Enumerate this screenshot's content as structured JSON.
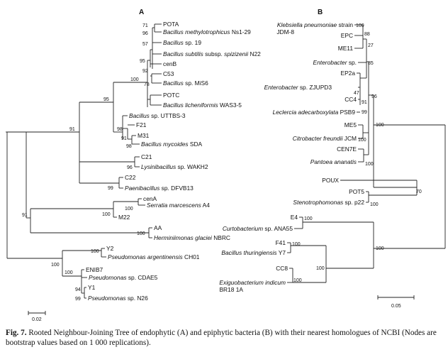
{
  "panel_a": {
    "title": "A",
    "scale_label": "0.02",
    "taxa": [
      {
        "id": "POTA",
        "parts": [
          {
            "t": "POTA",
            "i": false
          }
        ]
      },
      {
        "id": "bmeth",
        "parts": [
          {
            "t": "Bacillus methylotrophicus",
            "i": true
          },
          {
            "t": " Ns1-29",
            "i": false
          }
        ]
      },
      {
        "id": "b19",
        "parts": [
          {
            "t": "Bacillus",
            "i": true
          },
          {
            "t": " sp. 19",
            "i": false
          }
        ]
      },
      {
        "id": "bsub",
        "parts": [
          {
            "t": "Bacillus subtilis",
            "i": true
          },
          {
            "t": " subsp. ",
            "i": false
          },
          {
            "t": "spizizenii",
            "i": true
          },
          {
            "t": " N22",
            "i": false
          }
        ]
      },
      {
        "id": "cenB",
        "parts": [
          {
            "t": "cenB",
            "i": false
          }
        ]
      },
      {
        "id": "C53",
        "parts": [
          {
            "t": "C53",
            "i": false
          }
        ]
      },
      {
        "id": "bmis6",
        "parts": [
          {
            "t": "Bacillus",
            "i": true
          },
          {
            "t": " sp. MiS6",
            "i": false
          }
        ]
      },
      {
        "id": "POTC",
        "parts": [
          {
            "t": "POTC",
            "i": false
          }
        ]
      },
      {
        "id": "blich",
        "parts": [
          {
            "t": "Bacillus licheniformis",
            "i": true
          },
          {
            "t": " WAS3-5",
            "i": false
          }
        ]
      },
      {
        "id": "butt",
        "parts": [
          {
            "t": "Bacillus",
            "i": true
          },
          {
            "t": " sp. UTTBS-3",
            "i": false
          }
        ]
      },
      {
        "id": "F21",
        "parts": [
          {
            "t": "F21",
            "i": false
          }
        ]
      },
      {
        "id": "M31",
        "parts": [
          {
            "t": "M31",
            "i": false
          }
        ]
      },
      {
        "id": "bmyc",
        "parts": [
          {
            "t": "Bacillus mycoides",
            "i": true
          },
          {
            "t": " SDA",
            "i": false
          }
        ]
      },
      {
        "id": "C21",
        "parts": [
          {
            "t": "C21",
            "i": false
          }
        ]
      },
      {
        "id": "lysini",
        "parts": [
          {
            "t": "Lysinibacillus",
            "i": true
          },
          {
            "t": " sp. WAKH2",
            "i": false
          }
        ]
      },
      {
        "id": "C22",
        "parts": [
          {
            "t": "C22",
            "i": false
          }
        ]
      },
      {
        "id": "paeni",
        "parts": [
          {
            "t": "Paenibacillus",
            "i": true
          },
          {
            "t": " sp. DFVB13",
            "i": false
          }
        ]
      },
      {
        "id": "cenA",
        "parts": [
          {
            "t": "cenA",
            "i": false
          }
        ]
      },
      {
        "id": "serr",
        "parts": [
          {
            "t": "Serratia marcescens",
            "i": true
          },
          {
            "t": " A4",
            "i": false
          }
        ]
      },
      {
        "id": "M22",
        "parts": [
          {
            "t": "M22",
            "i": false
          }
        ]
      },
      {
        "id": "AA",
        "parts": [
          {
            "t": "AA",
            "i": false
          }
        ]
      },
      {
        "id": "hermin",
        "parts": [
          {
            "t": "Herminiimonas glaciei",
            "i": true
          },
          {
            "t": " NBRC",
            "i": false
          }
        ]
      },
      {
        "id": "Y2",
        "parts": [
          {
            "t": "Y2",
            "i": false
          }
        ]
      },
      {
        "id": "parg",
        "parts": [
          {
            "t": "Pseudomonas argentinensis",
            "i": true
          },
          {
            "t": " CH01",
            "i": false
          }
        ]
      },
      {
        "id": "ENIB7",
        "parts": [
          {
            "t": "ENIB7",
            "i": false
          }
        ]
      },
      {
        "id": "pcdae",
        "parts": [
          {
            "t": "Pseudomonas",
            "i": true
          },
          {
            "t": " sp. CDAE5",
            "i": false
          }
        ]
      },
      {
        "id": "Y1",
        "parts": [
          {
            "t": "Y1",
            "i": false
          }
        ]
      },
      {
        "id": "pn26",
        "parts": [
          {
            "t": "Pseudomonas",
            "i": true
          },
          {
            "t": " sp. N26",
            "i": false
          }
        ]
      }
    ],
    "bootstrap": [
      {
        "id": "a_71",
        "v": "71"
      },
      {
        "id": "a_96",
        "v": "96"
      },
      {
        "id": "a_57",
        "v": "57"
      },
      {
        "id": "a_95",
        "v": "95"
      },
      {
        "id": "a_92",
        "v": "92"
      },
      {
        "id": "a_78",
        "v": "78"
      },
      {
        "id": "a_100top",
        "v": "100"
      },
      {
        "id": "a_95b",
        "v": "95"
      },
      {
        "id": "a_91",
        "v": "91"
      },
      {
        "id": "a_98",
        "v": "98"
      },
      {
        "id": "a_91b",
        "v": "91"
      },
      {
        "id": "a_98b",
        "v": "98"
      },
      {
        "id": "a_96b",
        "v": "96"
      },
      {
        "id": "a_99",
        "v": "99"
      },
      {
        "id": "a_91c",
        "v": "91"
      },
      {
        "id": "a_100cen",
        "v": "100"
      },
      {
        "id": "a_100m22",
        "v": "100"
      },
      {
        "id": "a_100aa",
        "v": "100"
      },
      {
        "id": "a_100y2",
        "v": "100"
      },
      {
        "id": "a_100pse",
        "v": "100"
      },
      {
        "id": "a_100en",
        "v": "100"
      },
      {
        "id": "a_94",
        "v": "94"
      },
      {
        "id": "a_99b",
        "v": "99"
      }
    ]
  },
  "panel_b": {
    "title": "B",
    "scale_label": "0.05",
    "taxa": [
      {
        "id": "kpn",
        "parts": [
          {
            "t": "Klebsiella pneumoniae",
            "i": true
          },
          {
            "t": " strain",
            "i": false
          }
        ]
      },
      {
        "id": "jdm8",
        "parts": [
          {
            "t": "JDM-8",
            "i": false
          }
        ]
      },
      {
        "id": "EPC",
        "parts": [
          {
            "t": "EPC",
            "i": false
          }
        ]
      },
      {
        "id": "ME11",
        "parts": [
          {
            "t": "ME11",
            "i": false
          }
        ]
      },
      {
        "id": "entsp",
        "parts": [
          {
            "t": "Enterobacter",
            "i": true
          },
          {
            "t": " sp.",
            "i": false
          }
        ]
      },
      {
        "id": "EP2a",
        "parts": [
          {
            "t": "EP2a",
            "i": false
          }
        ]
      },
      {
        "id": "entz",
        "parts": [
          {
            "t": "Enterobacter",
            "i": true
          },
          {
            "t": " sp. ZJUPD3",
            "i": false
          }
        ]
      },
      {
        "id": "CC4",
        "parts": [
          {
            "t": "CC4",
            "i": false
          }
        ]
      },
      {
        "id": "lecl",
        "parts": [
          {
            "t": "Leclercia adecarboxylata",
            "i": true
          },
          {
            "t": " PSB9",
            "i": false
          }
        ]
      },
      {
        "id": "ME5",
        "parts": [
          {
            "t": "ME5",
            "i": false
          }
        ]
      },
      {
        "id": "citro",
        "parts": [
          {
            "t": "Citrobacter freundii",
            "i": true
          },
          {
            "t": " JCM",
            "i": false
          }
        ]
      },
      {
        "id": "CEN7E",
        "parts": [
          {
            "t": "CEN7E",
            "i": false
          }
        ]
      },
      {
        "id": "pant",
        "parts": [
          {
            "t": "Pantoea ananatis",
            "i": true
          }
        ]
      },
      {
        "id": "POUX",
        "parts": [
          {
            "t": "POUX",
            "i": false
          }
        ]
      },
      {
        "id": "POT5",
        "parts": [
          {
            "t": "POT5",
            "i": false
          }
        ]
      },
      {
        "id": "steno",
        "parts": [
          {
            "t": "Stenotrophomonas",
            "i": true
          },
          {
            "t": " sp. p22",
            "i": false
          }
        ]
      },
      {
        "id": "E4",
        "parts": [
          {
            "t": "E4",
            "i": false
          }
        ]
      },
      {
        "id": "curto",
        "parts": [
          {
            "t": "Curtobacterium",
            "i": true
          },
          {
            "t": " sp. ANA55",
            "i": false
          }
        ]
      },
      {
        "id": "F41",
        "parts": [
          {
            "t": "F41",
            "i": false
          }
        ]
      },
      {
        "id": "bthur",
        "parts": [
          {
            "t": "Bacillus thuringiensis",
            "i": true
          },
          {
            "t": " Y7",
            "i": false
          }
        ]
      },
      {
        "id": "CC8",
        "parts": [
          {
            "t": "CC8",
            "i": false
          }
        ]
      },
      {
        "id": "exig",
        "parts": [
          {
            "t": "Exiguobacterium indicum",
            "i": true
          }
        ]
      },
      {
        "id": "br18",
        "parts": [
          {
            "t": "BR18 1A",
            "i": false
          }
        ]
      }
    ],
    "bootstrap": [
      {
        "id": "b_100k",
        "v": "100"
      },
      {
        "id": "b_88",
        "v": "88"
      },
      {
        "id": "b_27",
        "v": "27"
      },
      {
        "id": "b_85",
        "v": "85"
      },
      {
        "id": "b_47",
        "v": "47"
      },
      {
        "id": "b_91",
        "v": "91"
      },
      {
        "id": "b_96",
        "v": "96"
      },
      {
        "id": "b_99",
        "v": "99"
      },
      {
        "id": "b_100me5",
        "v": "100"
      },
      {
        "id": "b_100ent",
        "v": "100"
      },
      {
        "id": "b_100cen",
        "v": "100"
      },
      {
        "id": "b_70",
        "v": "70"
      },
      {
        "id": "b_100pot",
        "v": "100"
      },
      {
        "id": "b_100e4",
        "v": "100"
      },
      {
        "id": "b_100f41",
        "v": "100"
      },
      {
        "id": "b_100cc8",
        "v": "100"
      },
      {
        "id": "b_100gram",
        "v": "100"
      },
      {
        "id": "b_100cc8b",
        "v": "100"
      }
    ]
  },
  "caption": {
    "label": "Fig. 7.",
    "text": " Rooted Neighbour-Joining Tree of endophytic (A) and epiphytic bacteria (B) with their nearest homologues of NCBI (Nodes are bootstrap values based on 1 000 replications)."
  }
}
